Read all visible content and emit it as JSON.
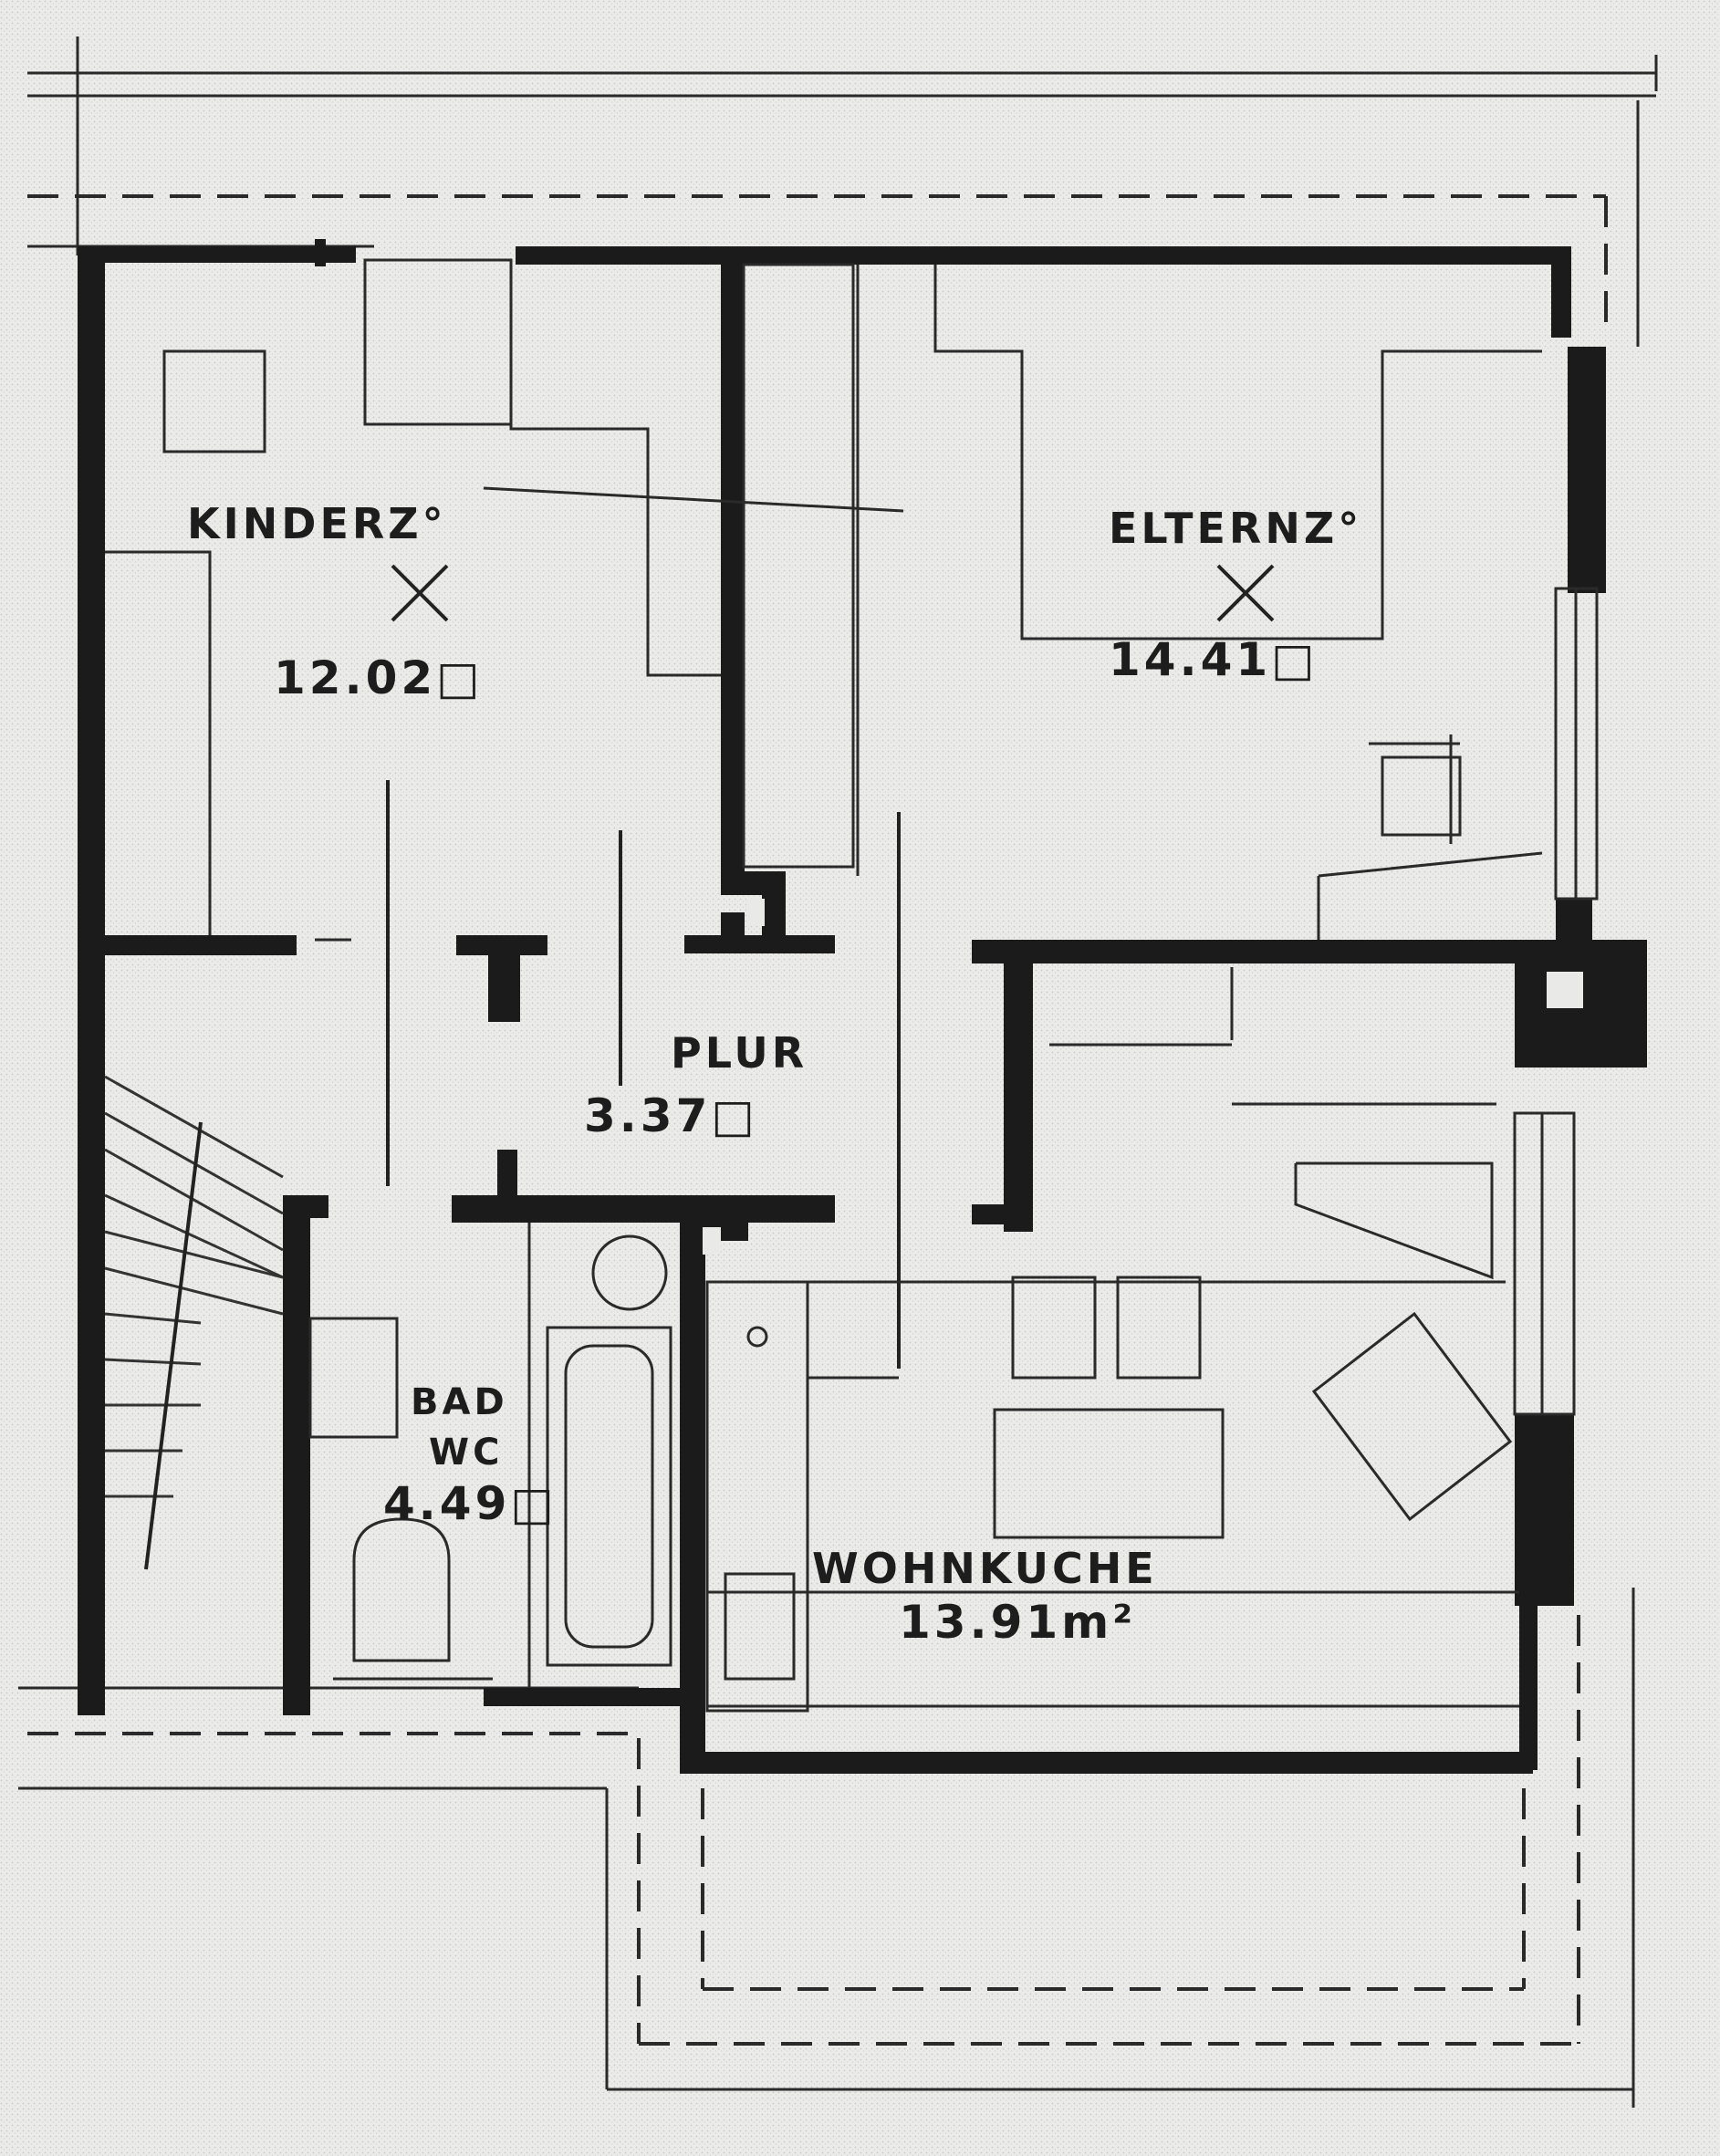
{
  "plan": {
    "rooms": [
      {
        "id": "kinder",
        "name": "KINDERZ°",
        "area": "12.02□"
      },
      {
        "id": "eltern",
        "name": "ELTERNZ°",
        "area": "14.41□"
      },
      {
        "id": "flur",
        "name": "PLUR",
        "area": "3.37□"
      },
      {
        "id": "bad",
        "name": "BAD",
        "name2": "WC",
        "area": "4.49□"
      },
      {
        "id": "wohnkueche",
        "name": "WOHNKUCHE",
        "area": "13.91m²"
      }
    ]
  }
}
